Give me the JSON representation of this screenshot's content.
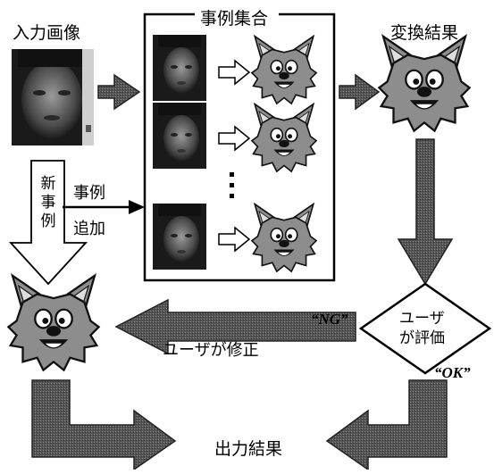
{
  "labels": {
    "input_image": "入力画像",
    "case_set": "事例集合",
    "conversion_result": "変換結果",
    "new_case_vertical": [
      "新",
      "事",
      "例"
    ],
    "add_case_line1": "事例",
    "add_case_line2": "追加",
    "user_evaluation_line1": "ユーザ",
    "user_evaluation_line2": "が評価",
    "ng": "“NG”",
    "ok": "“OK”",
    "user_corrects": "ユーザが修正",
    "output_result": "出力結果"
  },
  "colors": {
    "arrow_fill": "#5c5c5c",
    "arrow_dark": "#222222",
    "photo_dark": "#161616",
    "photo_face": "#8a8a8a",
    "fur": "#8d8d8d",
    "ear_inner": "#dddddd"
  }
}
